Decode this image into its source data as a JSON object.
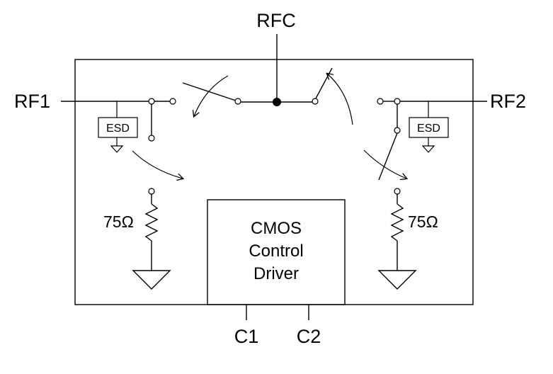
{
  "pins": {
    "rfc": "RFC",
    "rf1": "RF1",
    "rf2": "RF2",
    "c1": "C1",
    "c2": "C2"
  },
  "esd_label": "ESD",
  "resistor_value": "75Ω",
  "driver": {
    "line1": "CMOS",
    "line2": "Control",
    "line3": "Driver"
  }
}
